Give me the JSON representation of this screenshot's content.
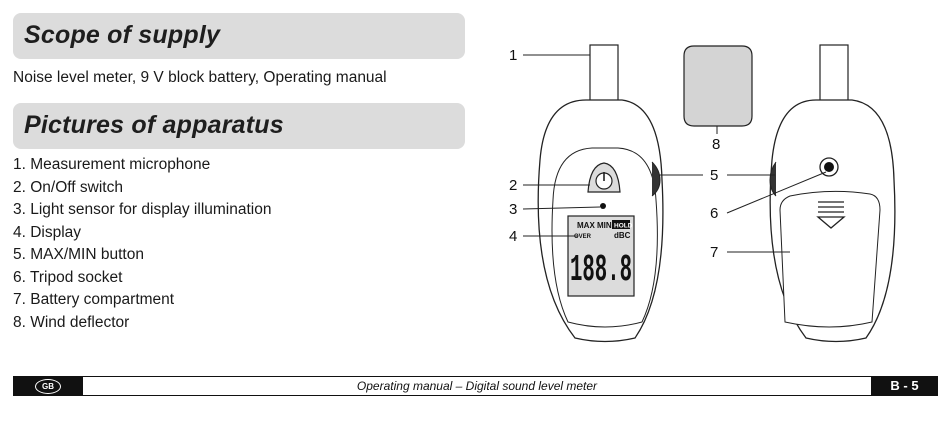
{
  "sections": {
    "supply_title": "Scope of supply",
    "supply_text": "Noise level meter, 9 V block battery, Operating manual",
    "pictures_title": "Pictures of apparatus"
  },
  "parts": [
    "1. Measurement microphone",
    "2. On/Off switch",
    "3. Light sensor for display illumination",
    "4. Display",
    "5. MAX/MIN button",
    "6. Tripod socket",
    "7. Battery compartment",
    "8. Wind deflector"
  ],
  "figure": {
    "callouts": [
      "1",
      "2",
      "3",
      "4",
      "5",
      "6",
      "7",
      "8"
    ],
    "display": {
      "maxmin": "MAX MIN",
      "hold": "HOLD",
      "over": "OVER",
      "unit": "dBC",
      "digits": "188.8"
    }
  },
  "footer": {
    "lang_badge": "GB",
    "center_text": "Operating manual – Digital sound level meter",
    "page": "B - 5"
  }
}
